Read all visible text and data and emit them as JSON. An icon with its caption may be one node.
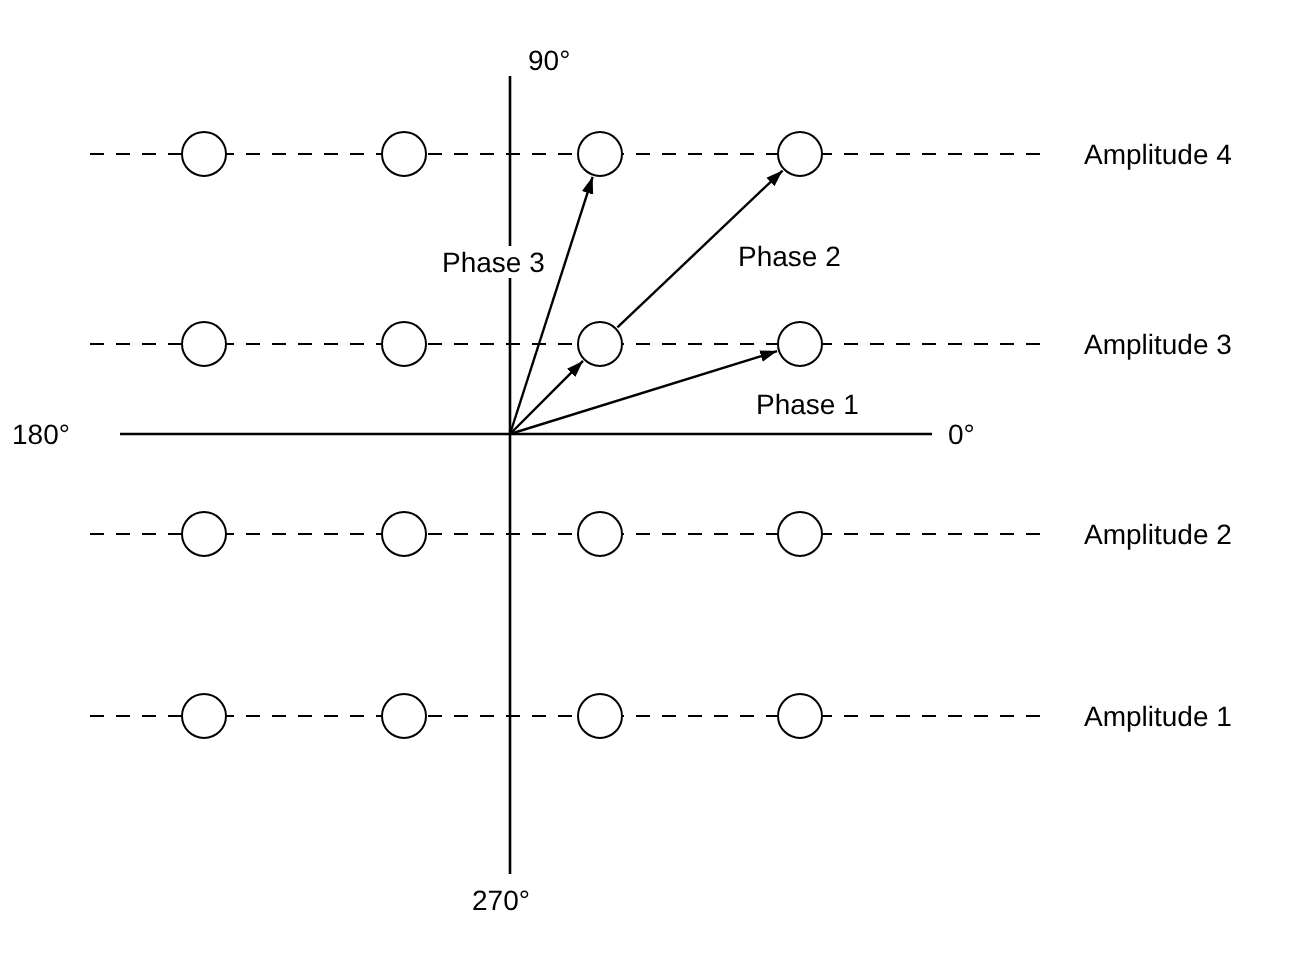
{
  "diagram": {
    "nodes": [
      {
        "text": [],
        "shape": "circle"
      },
      {
        "text": [],
        "shape": "circle"
      },
      {
        "text": [],
        "shape": "circle"
      },
      {
        "text": [],
        "shape": "circle"
      },
      {
        "text": [],
        "shape": "circle"
      },
      {
        "text": [],
        "shape": "circle"
      },
      {
        "text": [],
        "shape": "circle"
      },
      {
        "text": [],
        "shape": "circle"
      },
      {
        "text": [],
        "shape": "circle"
      },
      {
        "text": [],
        "shape": "circle"
      },
      {
        "text": [],
        "shape": "circle"
      },
      {
        "text": [],
        "shape": "circle"
      },
      {
        "text": [],
        "shape": "circle"
      },
      {
        "text": [],
        "shape": "circle"
      },
      {
        "text": [],
        "shape": "circle"
      },
      {
        "text": [],
        "shape": "circle"
      }
    ],
    "edges": [
      {
        "from": null,
        "to": 6,
        "arrow": "to"
      },
      {
        "from": 6,
        "to": 3,
        "arrow": "to",
        "label": "Phase 2"
      },
      {
        "from": null,
        "to": 7,
        "arrow": "to",
        "label": "Phase 1"
      },
      {
        "from": null,
        "to": 2,
        "arrow": "to",
        "label": "Phase 3"
      }
    ],
    "labels": [
      "90°",
      "Amplitude 4",
      "Amplitude 3",
      "180°",
      "0°",
      "Amplitude 2",
      "Amplitude 1",
      "270°"
    ]
  }
}
